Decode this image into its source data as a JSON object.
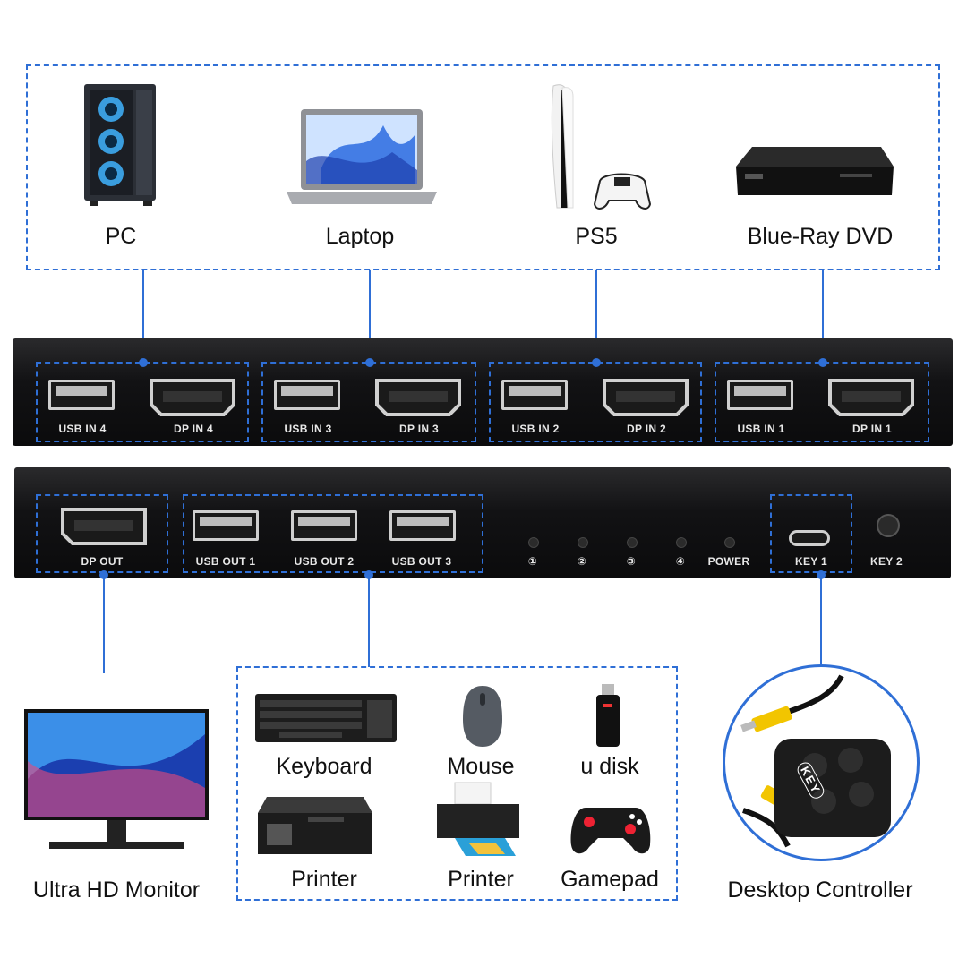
{
  "sources": [
    {
      "label": "PC",
      "icon": "pc-tower-icon"
    },
    {
      "label": "Laptop",
      "icon": "laptop-icon"
    },
    {
      "label": "PS5",
      "icon": "ps5-console-icon"
    },
    {
      "label": "Blue-Ray DVD",
      "icon": "bluray-player-icon"
    }
  ],
  "input_panel": {
    "groups": [
      {
        "usb": "USB IN 4",
        "dp": "DP IN 4"
      },
      {
        "usb": "USB IN 3",
        "dp": "DP IN 3"
      },
      {
        "usb": "USB IN 2",
        "dp": "DP IN 2"
      },
      {
        "usb": "USB IN 1",
        "dp": "DP IN 1"
      }
    ]
  },
  "output_panel": {
    "dp_out": "DP OUT",
    "usb_outs": [
      "USB OUT 1",
      "USB OUT 2",
      "USB OUT 3"
    ],
    "leds": [
      "①",
      "②",
      "③",
      "④"
    ],
    "power": "POWER",
    "key1": "KEY 1",
    "key2": "KEY 2"
  },
  "outputs": {
    "monitor": "Ultra HD Monitor",
    "peripherals": [
      "Keyboard",
      "Mouse",
      "u disk",
      "Printer",
      "Printer",
      "Gamepad"
    ],
    "controller": "Desktop Controller",
    "controller_key_text": "KEY"
  },
  "colors": {
    "accent": "#2f6fd6",
    "panel": "#111111",
    "port_label": "#e8e8e8"
  }
}
